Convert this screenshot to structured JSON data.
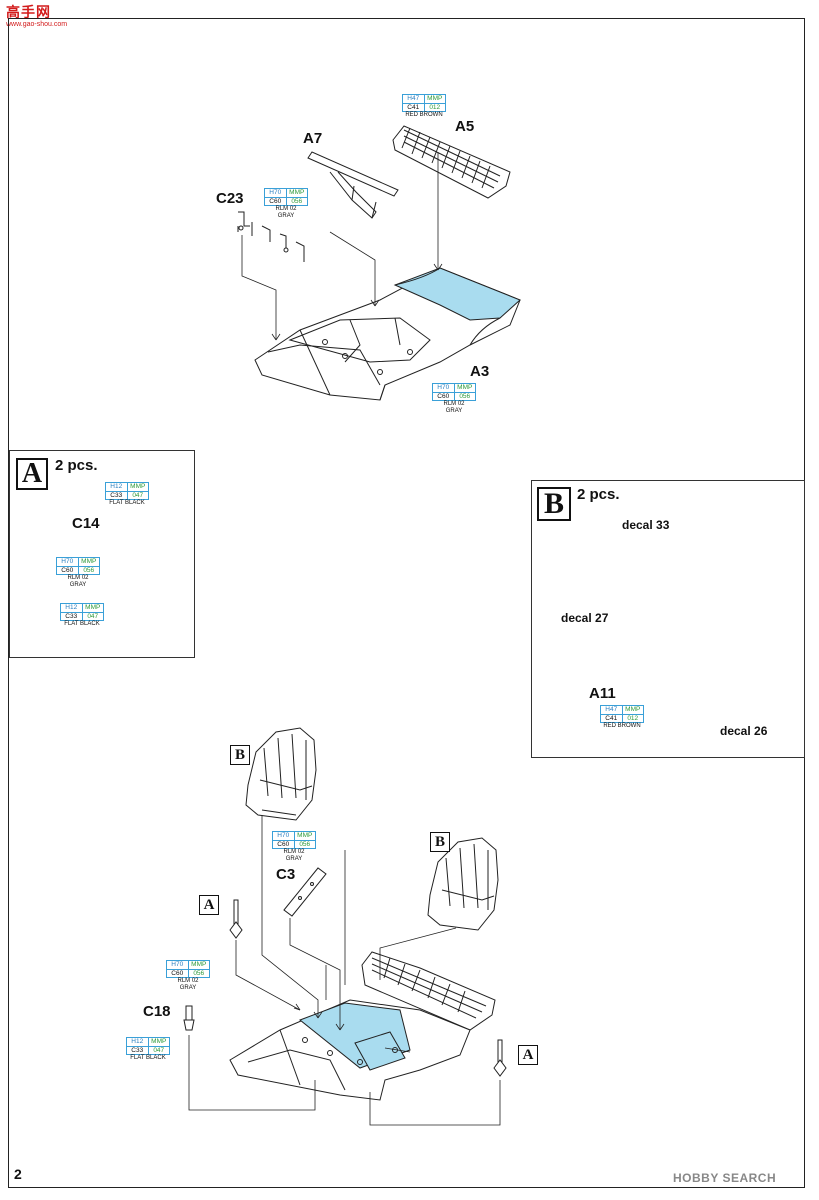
{
  "header": {
    "logo_text": "高手网",
    "logo_sub": "www.gao-shou.com"
  },
  "page_number": "2",
  "watermark": "HOBBY SEARCH",
  "colors": {
    "blue_fill": "#a9dcef",
    "paint_blue": "#3aa0d8",
    "paint_green": "#2e9a3a"
  },
  "parts": {
    "a7": "A7",
    "a5": "A5",
    "c23": "C23",
    "a3": "A3",
    "c14": "C14",
    "a11": "A11",
    "c3": "C3",
    "c18": "C18"
  },
  "decals": {
    "d33": "decal 33",
    "d27": "decal 27",
    "d26": "decal 26"
  },
  "insets": {
    "a": {
      "letter": "A",
      "count": "2 pcs."
    },
    "b": {
      "letter": "B",
      "count": "2 pcs."
    }
  },
  "refs": {
    "b1": "B",
    "b2": "B",
    "a1": "A",
    "a2": "A"
  },
  "paints": {
    "red_brown": {
      "h": "H47",
      "brand": "MMP",
      "c": "C41",
      "code": "012",
      "name": "RED BROWN"
    },
    "rlm02_a7": {
      "h": "H70",
      "brand": "MMP",
      "c": "C60",
      "code": "056",
      "name": "RLM 02",
      "name2": "GRAY"
    },
    "rlm02_a3": {
      "h": "H70",
      "brand": "MMP",
      "c": "C60",
      "code": "056",
      "name": "RLM 02",
      "name2": "GRAY"
    },
    "black_c14": {
      "h": "H12",
      "brand": "MMP",
      "c": "C33",
      "code": "047",
      "name": "FLAT BLACK"
    },
    "rlm02_c14": {
      "h": "H70",
      "brand": "MMP",
      "c": "C60",
      "code": "056",
      "name": "RLM 02",
      "name2": "GRAY"
    },
    "black_c14b": {
      "h": "H12",
      "brand": "MMP",
      "c": "C33",
      "code": "047",
      "name": "FLAT BLACK"
    },
    "red_brown_a11": {
      "h": "H47",
      "brand": "MMP",
      "c": "C41",
      "code": "012",
      "name": "RED BROWN"
    },
    "rlm02_c3": {
      "h": "H70",
      "brand": "MMP",
      "c": "C60",
      "code": "056",
      "name": "RLM 02",
      "name2": "GRAY"
    },
    "rlm02_c18": {
      "h": "H70",
      "brand": "MMP",
      "c": "C60",
      "code": "056",
      "name": "RLM 02",
      "name2": "GRAY"
    },
    "black_c18": {
      "h": "H12",
      "brand": "MMP",
      "c": "C33",
      "code": "047",
      "name": "FLAT BLACK"
    }
  }
}
